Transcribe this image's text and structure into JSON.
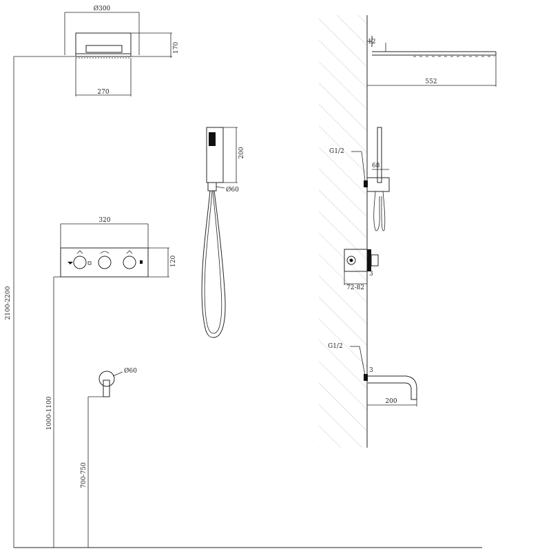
{
  "dimensions": {
    "rain_head_diameter": "Ø300",
    "rain_head_height": "170",
    "rain_head_depth": "270",
    "handshower_length": "200",
    "hose_outlet_diameter": "Ø60",
    "panel_width": "320",
    "panel_height": "120",
    "spout_outlet_diameter": "Ø60",
    "shower_height": "2100-2200",
    "panel_height_from_floor": "1000-1100",
    "spout_height_from_floor": "700-750",
    "arm_projection": "552",
    "thread_top": "G1/2",
    "holder_width": "68",
    "valve_depth": "72-82",
    "thread_bottom": "G1/2",
    "spout_projection": "200",
    "arm_gap": "12",
    "valve_gap": "3",
    "spout_gap": "3"
  },
  "colors": {
    "line": "#222222",
    "hatch": "#bcbcbc",
    "fill": "#111111"
  }
}
